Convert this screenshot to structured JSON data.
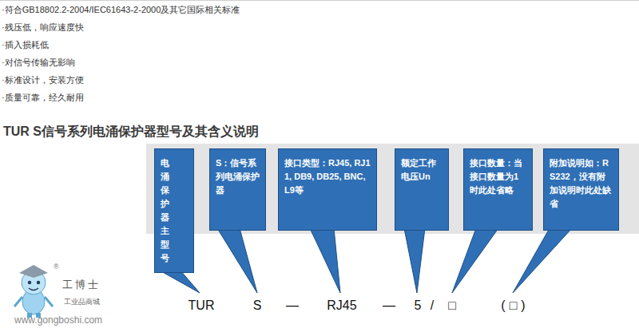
{
  "diagram": {
    "title": "TUR S信号系列电涌保护器型号及其含义说明",
    "nodes": [
      {
        "text": [
          "电涌保护器主型号"
        ]
      },
      {
        "text": [
          "S：信号系列电涌保护器"
        ]
      },
      {
        "text": [
          "接口类型：RJ45, RJ11, DB9, DB25, BNC, L9等"
        ]
      },
      {
        "text": [
          "额定工作电压Un"
        ]
      },
      {
        "text": [
          "接口数量：当接口数量为1时此处省略"
        ]
      },
      {
        "text": [
          "附加说明如：RS232，没有附加说明时此处缺省"
        ]
      }
    ],
    "labels": [
      "·符合GB18802.2-2004/IEC61643-2-2000及其它国际相关标准",
      "·残压低，响应速度快",
      "·插入损耗低",
      "·对信号传输无影响",
      "·标准设计，安装方便",
      "·质量可靠，经久耐用",
      "TUR",
      "S",
      "—",
      "RJ45",
      "—",
      "5",
      "/",
      "□",
      "(□)",
      "工博士",
      "工业品商城",
      "www.gongboshi.com",
      "®"
    ]
  }
}
